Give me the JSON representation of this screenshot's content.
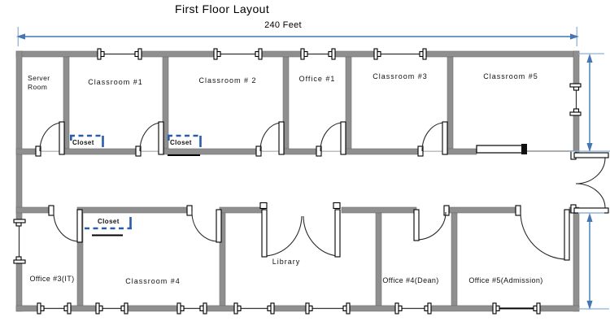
{
  "page": {
    "title": "First Floor Layout"
  },
  "dimensions": {
    "horizontal_label": "240 Feet"
  },
  "rooms": {
    "server_room": "Server Room",
    "classroom_1": "Classroom #1",
    "classroom_2": "Classroom # 2",
    "office_1": "Office #1",
    "classroom_3": "Classroom #3",
    "classroom_5": "Classroom #5",
    "office_3": "Office #3(IT)",
    "classroom_4": "Classroom #4",
    "library": "Library",
    "office_4": "Office #4(Dean)",
    "office_5": "Office #5(Admission)"
  },
  "closet_label": "Closet",
  "colors": {
    "background": "#ffffff",
    "wall": "#8f8f8f",
    "closet_outline": "#2b5ca8",
    "dimension_line": "#4576b4",
    "dimension_tick": "#8fb4dd"
  }
}
